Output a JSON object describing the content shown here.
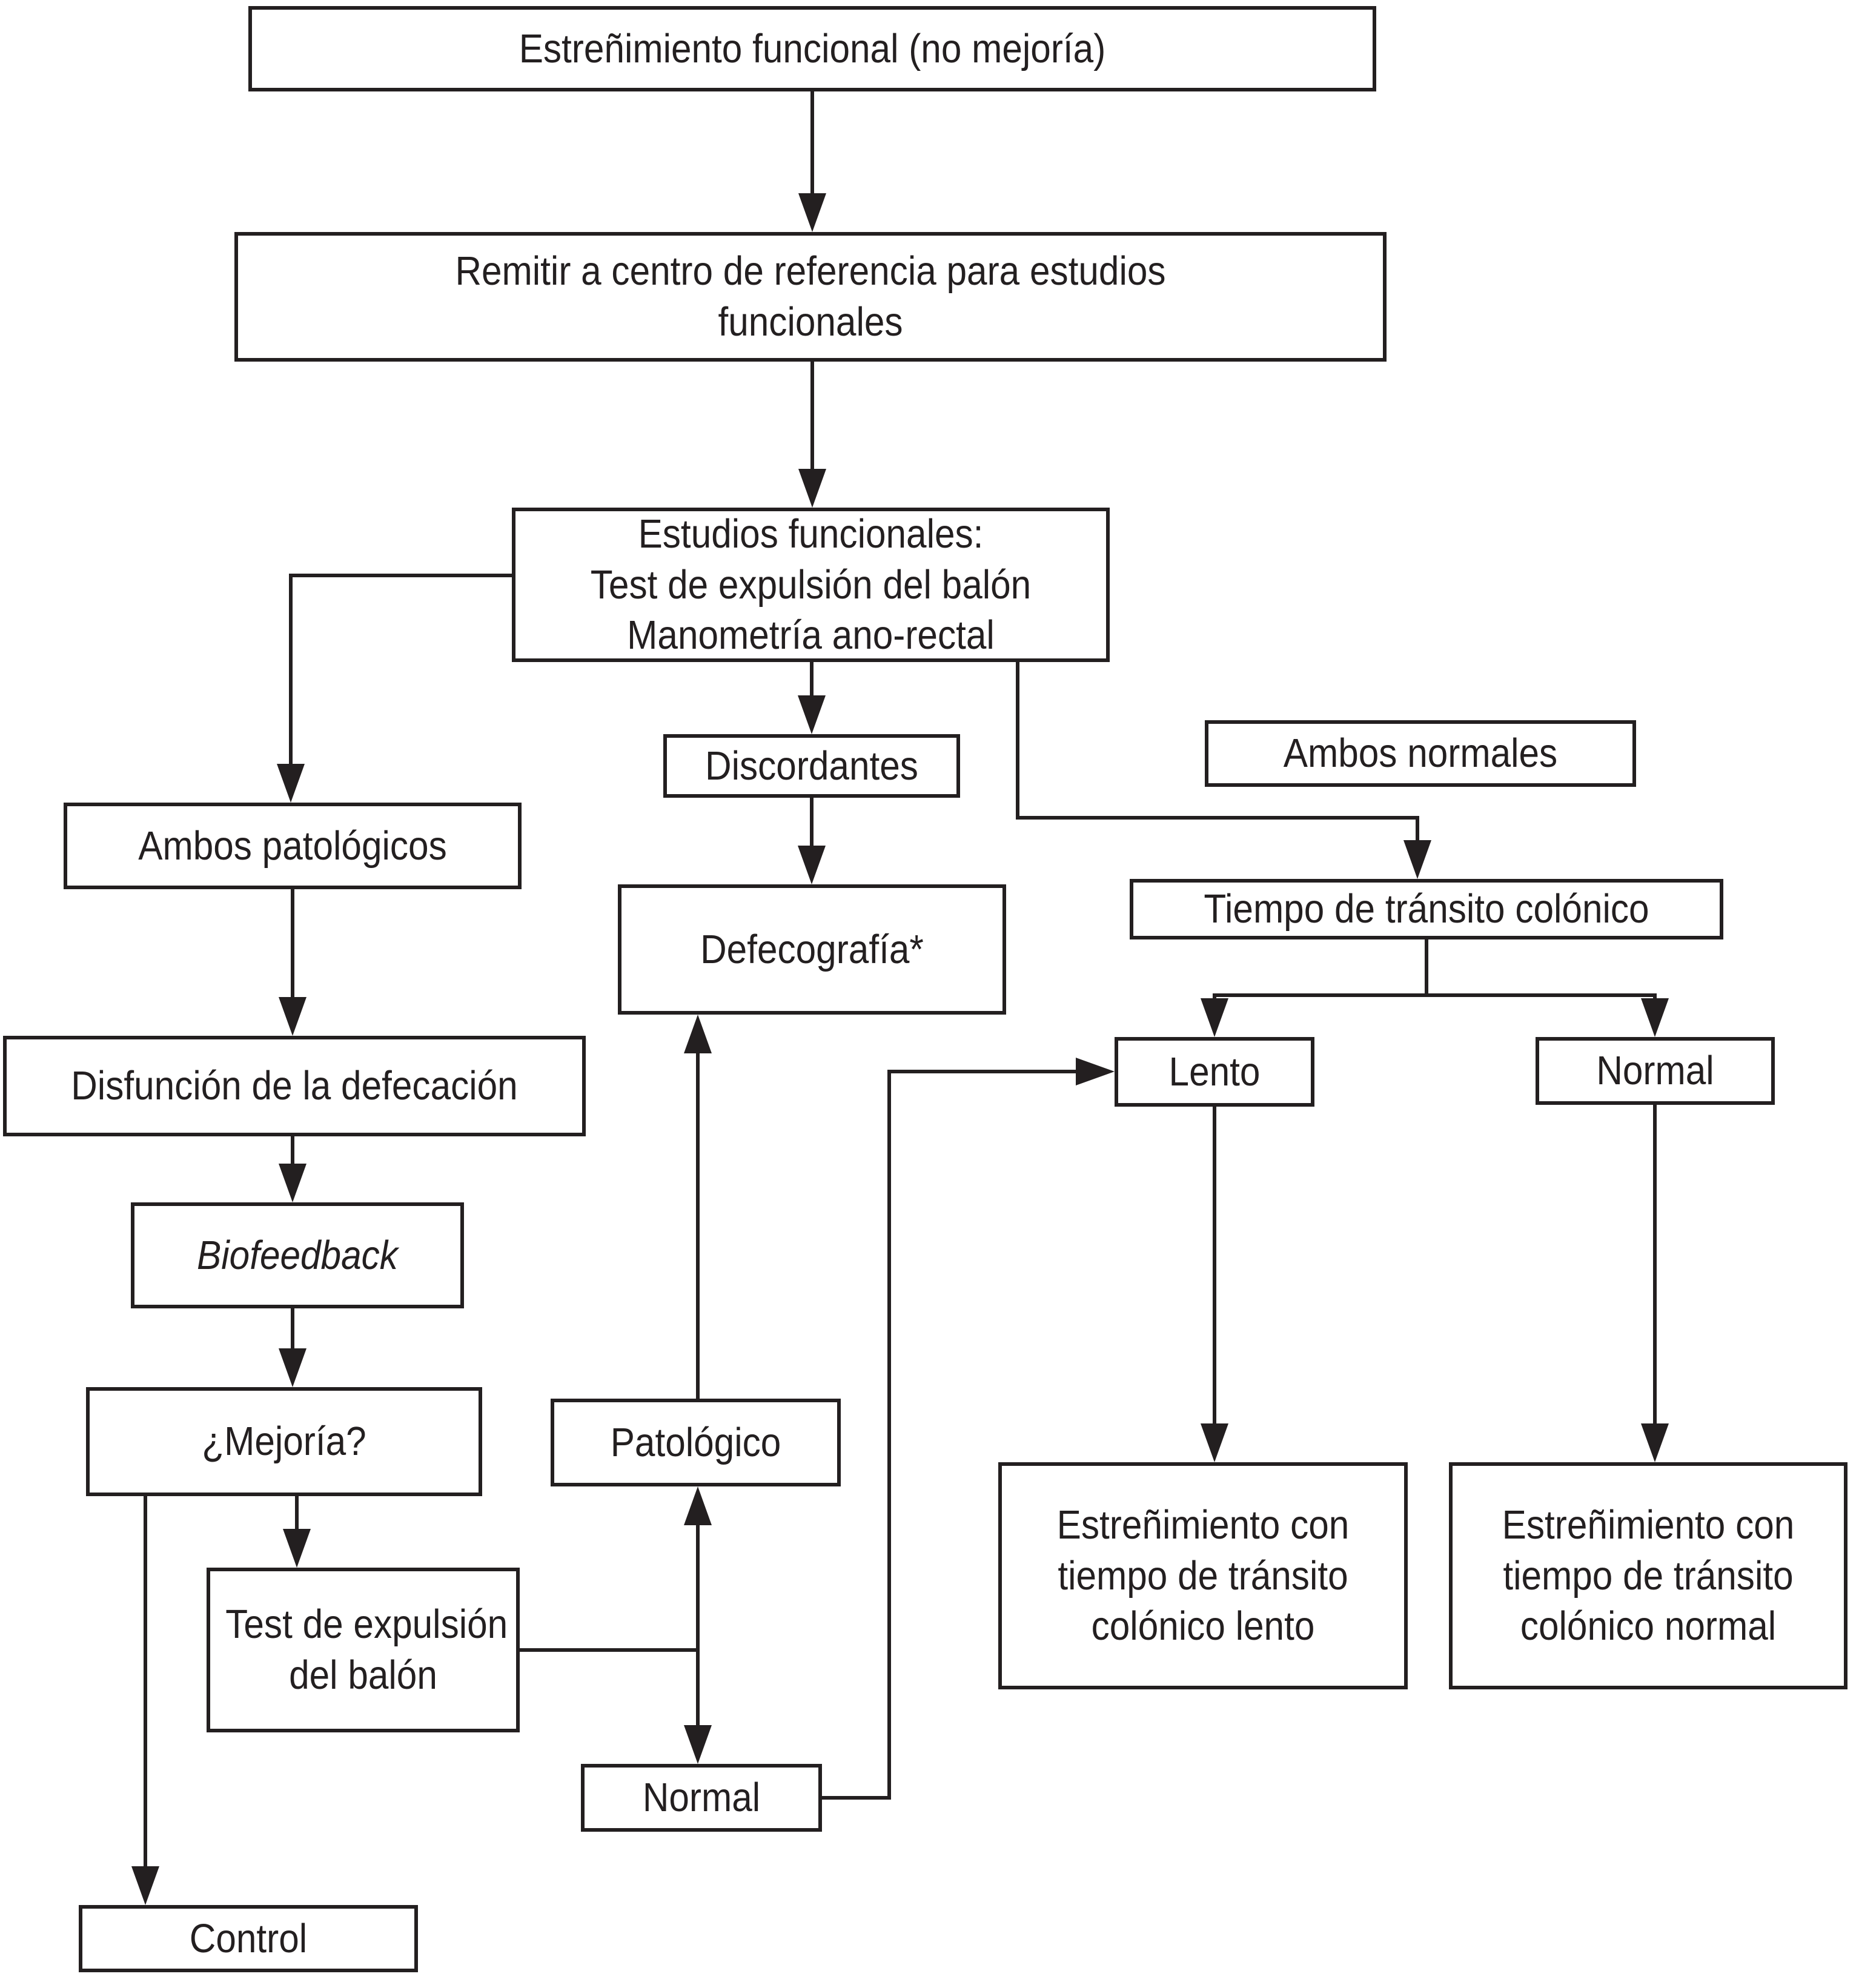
{
  "diagram": {
    "language": "es",
    "nodes": {
      "funcional": {
        "label": "Estreñimiento funcional (no mejoría)"
      },
      "remitir": {
        "label": "Remitir a centro de referencia para estudios\nfuncionales"
      },
      "estudios": {
        "label": "Estudios funcionales:\nTest de expulsión del balón\nManometría ano-rectal"
      },
      "discordantes": {
        "label": "Discordantes"
      },
      "ambos_normales": {
        "label": "Ambos normales"
      },
      "tiempo_transito": {
        "label": "Tiempo de tránsito colónico"
      },
      "lento": {
        "label": "Lento"
      },
      "normal_derecha": {
        "label": "Normal"
      },
      "ambos_patologicos": {
        "label": "Ambos patológicos"
      },
      "disfuncion": {
        "label": "Disfunción de la defecación"
      },
      "biofeedback": {
        "label": "Biofeedback"
      },
      "mejoria": {
        "label": "¿Mejoría?"
      },
      "defecografia": {
        "label": "Defecografía*"
      },
      "patologico": {
        "label": "Patológico"
      },
      "test_expulsion": {
        "label": "Test de expulsión\ndel balón"
      },
      "normal_abajo": {
        "label": "Normal"
      },
      "estr_lento": {
        "label": "Estreñimiento con\ntiempo de tránsito\ncolónico lento"
      },
      "estr_normal": {
        "label": "Estreñimiento con\ntiempo de tránsito\ncolónico normal"
      },
      "control": {
        "label": "Control"
      }
    },
    "edges": [
      {
        "from": "funcional",
        "to": "remitir",
        "style": "arrow"
      },
      {
        "from": "remitir",
        "to": "estudios",
        "style": "arrow"
      },
      {
        "from": "estudios",
        "to": "discordantes",
        "style": "arrow"
      },
      {
        "from": "estudios",
        "to": "ambos_patologicos",
        "style": "arrow"
      },
      {
        "from": "estudios",
        "to": "tiempo_transito",
        "style": "arrow"
      },
      {
        "from": "discordantes",
        "to": "defecografia",
        "style": "arrow"
      },
      {
        "from": "ambos_patologicos",
        "to": "disfuncion",
        "style": "arrow"
      },
      {
        "from": "disfuncion",
        "to": "biofeedback",
        "style": "arrow"
      },
      {
        "from": "biofeedback",
        "to": "mejoria",
        "style": "arrow"
      },
      {
        "from": "mejoria",
        "to": "test_expulsion",
        "style": "arrow"
      },
      {
        "from": "mejoria",
        "to": "control",
        "style": "arrow"
      },
      {
        "from": "patologico",
        "to": "defecografia",
        "style": "arrow"
      },
      {
        "from": "patologico",
        "to": "normal_abajo",
        "style": "double-arrow"
      },
      {
        "from": "test_expulsion",
        "to": "patologico_normal_axis",
        "style": "line"
      },
      {
        "from": "normal_abajo",
        "to": "lento",
        "style": "arrow"
      },
      {
        "from": "tiempo_transito",
        "to": "lento",
        "style": "arrow"
      },
      {
        "from": "tiempo_transito",
        "to": "normal_derecha",
        "style": "arrow"
      },
      {
        "from": "lento",
        "to": "estr_lento",
        "style": "arrow"
      },
      {
        "from": "normal_derecha",
        "to": "estr_normal",
        "style": "arrow"
      }
    ],
    "colors": {
      "ink": "#231f20",
      "background": "#ffffff"
    }
  }
}
